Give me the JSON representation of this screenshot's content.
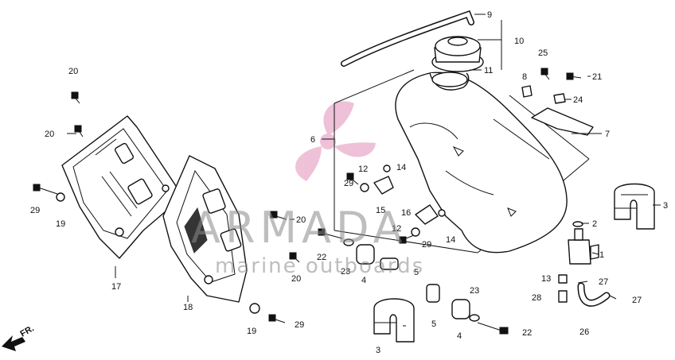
{
  "watermark": {
    "brand": "ARMADA",
    "tagline": "marine outboards",
    "logo": "propeller-logo",
    "logo_color": "#e8a8c8"
  },
  "direction": {
    "label": "FR."
  },
  "callouts": {
    "p1": "1",
    "p2": "2",
    "p3a": "3",
    "p3b": "3",
    "p4a": "4",
    "p4b": "4",
    "p5a": "5",
    "p5b": "5",
    "p6": "6",
    "p7": "7",
    "p8": "8",
    "p9": "9",
    "p10": "10",
    "p11": "11",
    "p12a": "12",
    "p12b": "12",
    "p13": "13",
    "p14a": "14",
    "p14b": "14",
    "p15": "15",
    "p16": "16",
    "p17": "17",
    "p18": "18",
    "p19a": "19",
    "p19b": "19",
    "p20a": "20",
    "p20b": "20",
    "p20c": "20",
    "p20d": "20",
    "p21": "21",
    "p22a": "22",
    "p22b": "22",
    "p23a": "23",
    "p23b": "23",
    "p24": "24",
    "p25": "25",
    "p26": "26",
    "p27a": "27",
    "p27b": "27",
    "p28": "28",
    "p29a": "29",
    "p29b": "29",
    "p29c": "29"
  }
}
